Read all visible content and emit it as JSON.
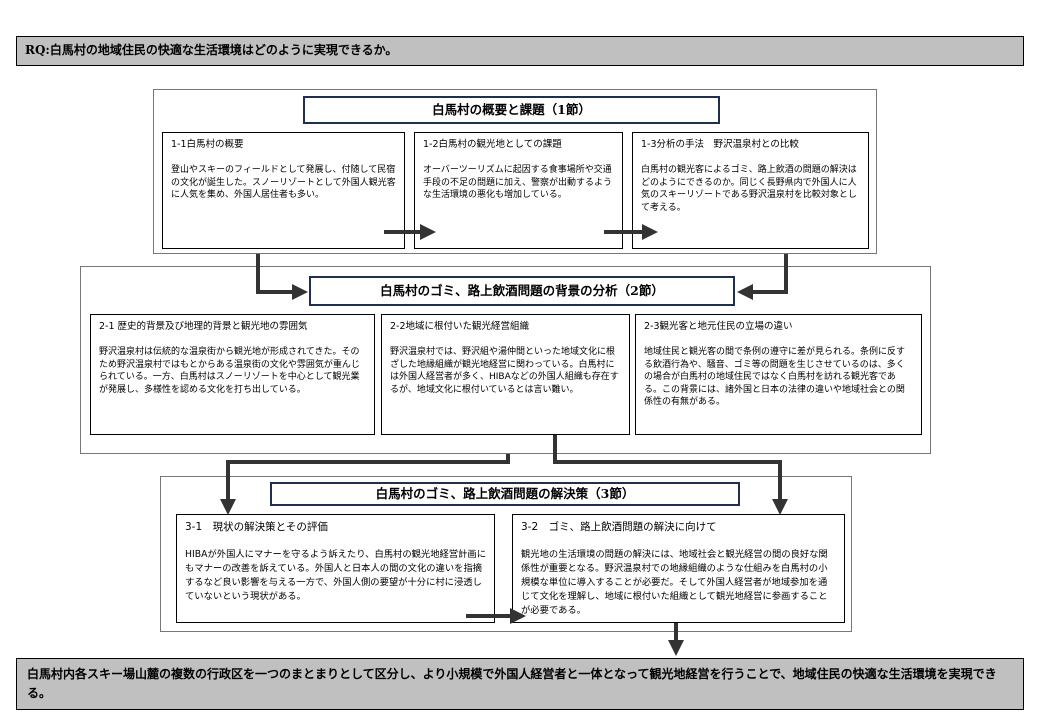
{
  "rq": "RQ:白馬村の地域住民の快適な生活環境はどのように実現できるか。",
  "section1": {
    "header": "白馬村の概要と課題（1節）",
    "boxes": [
      {
        "title": "1-1白馬村の概要",
        "body": "登山やスキーのフィールドとして発展し、付随して民宿の文化が誕生した。スノーリゾートとして外国人観光客に人気を集め、外国人居住者も多い。"
      },
      {
        "title": "1-2白馬村の観光地としての課題",
        "body": "オーバーツーリズムに起因する食事場所や交通手段の不足の問題に加え、警察が出動するような生活環境の悪化も増加している。"
      },
      {
        "title": "1-3分析の手法　野沢温泉村との比較",
        "body": "白馬村の観光客によるゴミ、路上飲酒の問題の解決はどのようにできるのか。同じく長野県内で外国人に人気のスキーリゾートである野沢温泉村を比較対象として考える。"
      }
    ]
  },
  "section2": {
    "header": "白馬村のゴミ、路上飲酒問題の背景の分析（2節）",
    "boxes": [
      {
        "title": "2-1 歴史的背景及び地理的背景と観光地の雰囲気",
        "body": "野沢温泉村は伝統的な温泉街から観光地が形成されてきた。そのため野沢温泉村ではもとからある温泉街の文化や雰囲気が重んじられている。一方、白馬村はスノーリゾートを中心として観光業が発展し、多様性を認める文化を打ち出している。"
      },
      {
        "title": "2-2地域に根付いた観光経営組織",
        "body": "野沢温泉村では、野沢組や湯仲間といった地域文化に根ざした地縁組織が観光地経営に関わっている。白馬村には外国人経営者が多く、HIBAなどの外国人組織も存在するが、地域文化に根付いているとは言い難い。"
      },
      {
        "title": "2-3観光客と地元住民の立場の違い",
        "body": "地域住民と観光客の間で条例の遵守に差が見られる。条例に反する飲酒行為や、騒音、ゴミ等の問題を生じさせているのは、多くの場合が白馬村の地域住民ではなく白馬村を訪れる観光客である。この背景には、諸外国と日本の法律の違いや地域社会との関係性の有無がある。"
      }
    ]
  },
  "section3": {
    "header": "白馬村のゴミ、路上飲酒問題の解決策（3節）",
    "boxes": [
      {
        "title": "3-1　現状の解決策とその評価",
        "body": "HIBAが外国人にマナーを守るよう訴えたり、白馬村の観光地経営計画にもマナーの改善を訴えている。外国人と日本人の間の文化の違いを指摘するなど良い影響を与える一方で、外国人側の要望が十分に村に浸透していないという現状がある。"
      },
      {
        "title": "3-2　ゴミ、路上飲酒問題の解決に向けて",
        "body": "観光地の生活環境の問題の解決には、地域社会と観光経営の間の良好な関係性が重要となる。野沢温泉村での地縁組織のような仕組みを白馬村の小規模な単位に導入することが必要だ。そして外国人経営者が地域参加を通じて文化を理解し、地域に根付いた組織として観光地経営に参画することが必要である。"
      }
    ]
  },
  "conclusion": "白馬村内各スキー場山麓の複数の行政区を一つのまとまりとして区分し、より小規模で外国人経営者と一体となって観光地経営を行うことで、地域住民の快適な生活環境を実現できる。",
  "colors": {
    "gray_fill": "#c0c0c0",
    "arrow": "#333333",
    "header_border": "#1f2f4f"
  }
}
